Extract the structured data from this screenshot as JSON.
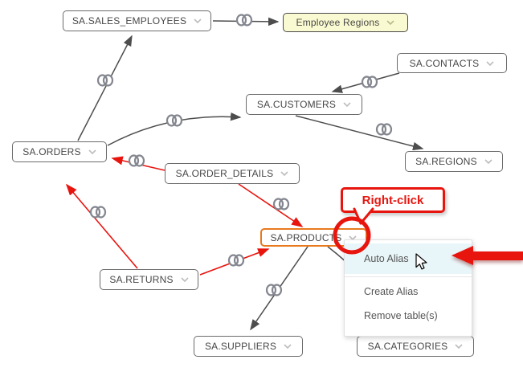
{
  "diagram": {
    "nodes": {
      "sales_employees": {
        "label": "SA.SALES_EMPLOYEES"
      },
      "employee_regions": {
        "label": "Employee Regions"
      },
      "contacts": {
        "label": "SA.CONTACTS"
      },
      "customers": {
        "label": "SA.CUSTOMERS"
      },
      "orders": {
        "label": "SA.ORDERS"
      },
      "regions": {
        "label": "SA.REGIONS"
      },
      "order_details": {
        "label": "SA.ORDER_DETAILS"
      },
      "products": {
        "label": "SA.PRODUCTS"
      },
      "returns": {
        "label": "SA.RETURNS"
      },
      "suppliers": {
        "label": "SA.SUPPLIERS"
      },
      "categories": {
        "label": "SA.CATEGORIES"
      }
    },
    "relationships": [
      {
        "from": "orders",
        "to": "sales_employees",
        "color": "gray"
      },
      {
        "from": "sales_employees",
        "to": "employee_regions",
        "color": "gray"
      },
      {
        "from": "contacts",
        "to": "customers",
        "color": "gray"
      },
      {
        "from": "orders",
        "to": "customers",
        "color": "gray"
      },
      {
        "from": "customers",
        "to": "regions",
        "color": "gray"
      },
      {
        "from": "products",
        "to": "suppliers",
        "color": "gray"
      },
      {
        "from": "products",
        "to": "categories",
        "color": "gray"
      },
      {
        "from": "order_details",
        "to": "orders",
        "color": "red"
      },
      {
        "from": "order_details",
        "to": "products",
        "color": "red"
      },
      {
        "from": "returns",
        "to": "orders",
        "color": "red"
      },
      {
        "from": "returns",
        "to": "products",
        "color": "red"
      }
    ]
  },
  "context_menu": {
    "items": [
      {
        "label": "Auto Alias",
        "highlighted": true
      },
      {
        "label": "Create Alias",
        "highlighted": false
      },
      {
        "label": "Remove table(s)",
        "highlighted": false
      }
    ]
  },
  "annotations": {
    "callout_label": "Right-click"
  },
  "colors": {
    "annotation_red": "#e8150f",
    "selected_table_border": "#e8791e",
    "alias_node_bg": "#fafad2",
    "menu_highlight_bg": "#e9f6f9",
    "connector_gray": "#4d4d4d",
    "join_icon_gray": "#83868f"
  }
}
